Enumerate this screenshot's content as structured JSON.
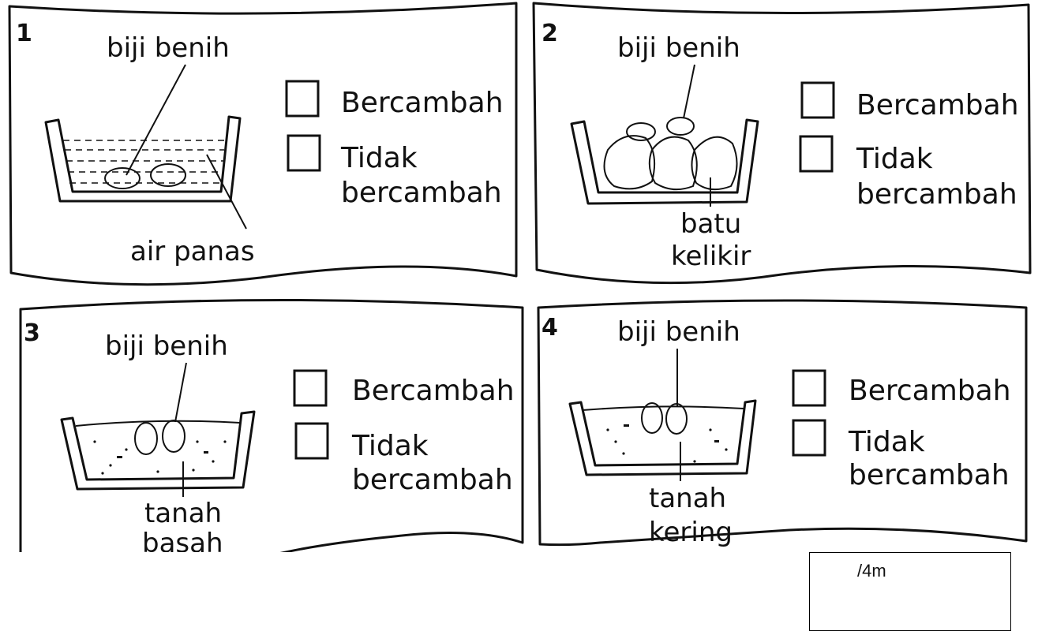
{
  "panels": [
    {
      "number": "1",
      "seed_label": "biji benih",
      "medium_label": [
        "air panas"
      ],
      "options": [
        "Bercambah",
        "Tidak",
        "bercambah"
      ]
    },
    {
      "number": "2",
      "seed_label": "biji benih",
      "medium_label": [
        "batu",
        "kelikir"
      ],
      "options": [
        "Bercambah",
        "Tidak",
        "bercambah"
      ]
    },
    {
      "number": "3",
      "seed_label": "biji benih",
      "medium_label": [
        "tanah",
        "basah"
      ],
      "options": [
        "Bercambah",
        "Tidak",
        "bercambah"
      ]
    },
    {
      "number": "4",
      "seed_label": "biji benih",
      "medium_label": [
        "tanah",
        "kering"
      ],
      "options": [
        "Bercambah",
        "Tidak",
        "bercambah"
      ]
    }
  ],
  "score": {
    "text": "/4m"
  }
}
